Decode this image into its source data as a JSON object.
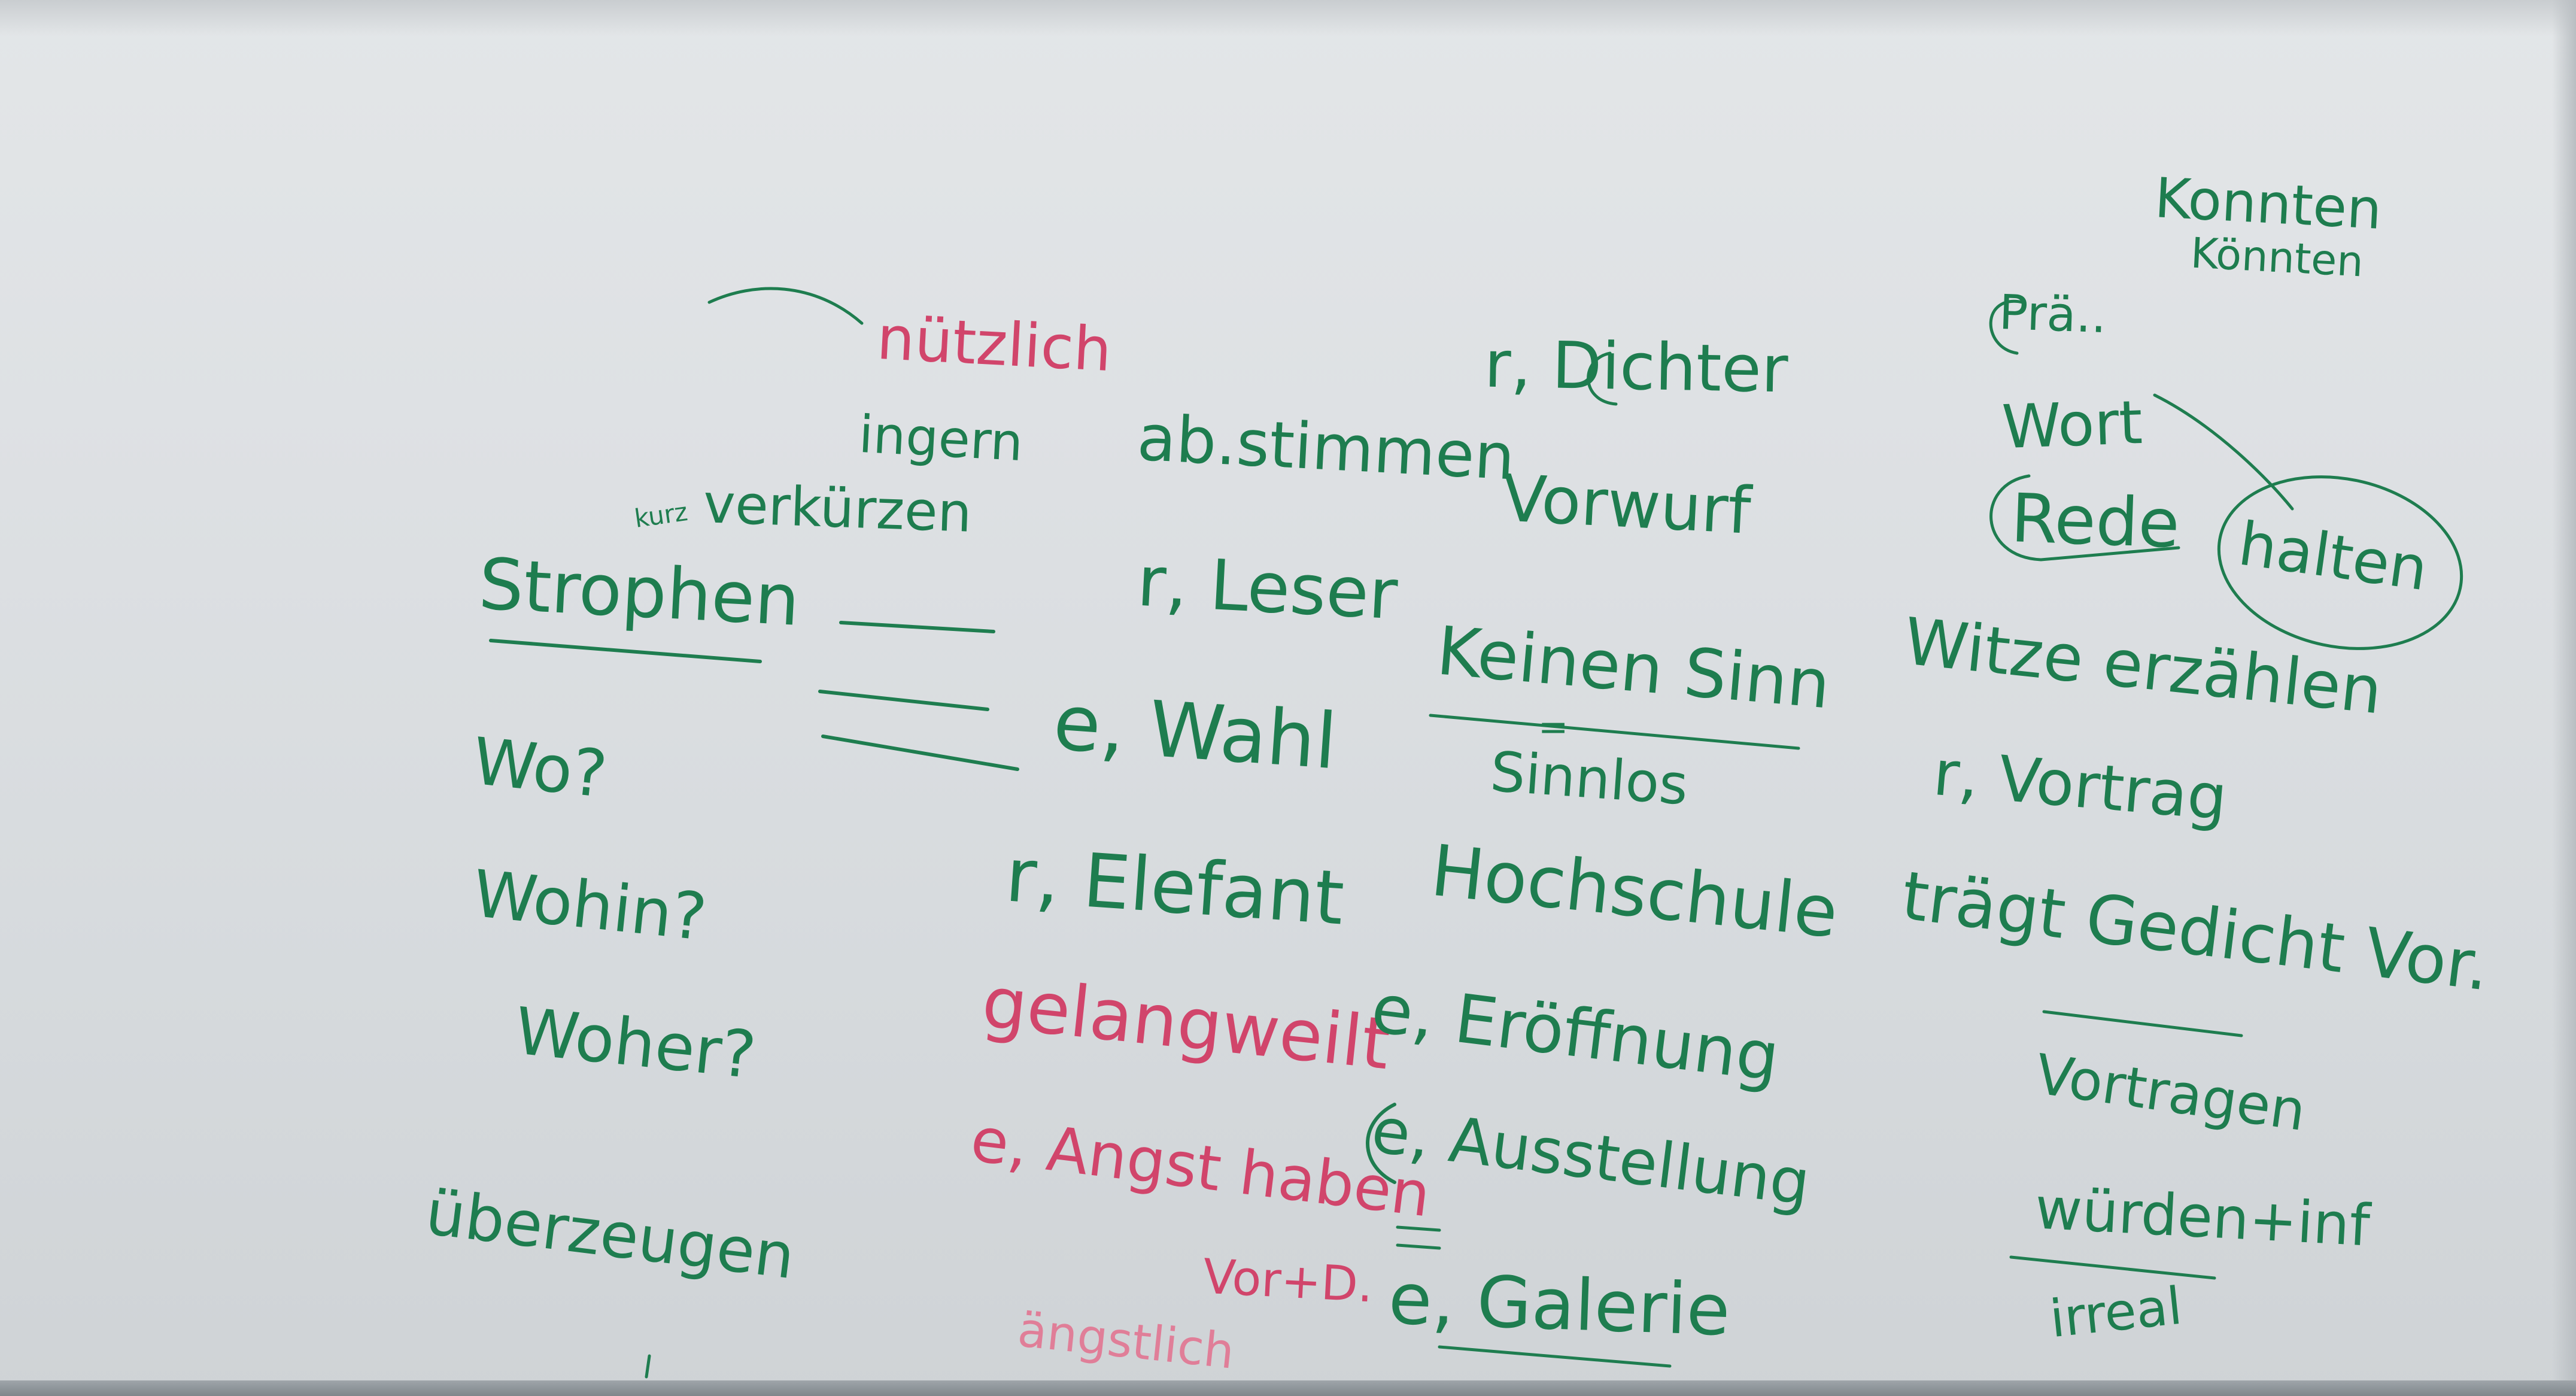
{
  "board": {
    "colors": {
      "green_marker": "#1e7d4f",
      "pink_marker": "#d1456b",
      "light_pink_marker": "#e07e98",
      "board": "#dde0e3"
    },
    "col1": {
      "strophen": "Strophen",
      "wo": "Wo?",
      "wohin": "Wohin?",
      "woher": "Woher?",
      "ueberzeugen": "überzeugen"
    },
    "col2": {
      "nuetzlich": "nützlich",
      "ingern": "ingern",
      "kurz": "kurz",
      "verkuerzen": "verkürzen",
      "abstimmen": "ab.stimmen",
      "leser": "r, Leser",
      "wahl": "e, Wahl",
      "elefant": "r, Elefant",
      "gelangweilt": "gelangweilt",
      "angst": "e, Angst haben",
      "vor_d": "Vor+D.",
      "aengstlich": "ängstlich"
    },
    "col3": {
      "dichter": "r, Dichter",
      "vorwurf": "Vorwurf",
      "keinen_sinn": "Keinen Sinn",
      "eq": "=",
      "sinnlos": "Sinnlos",
      "hochschule": "Hochschule",
      "eroeffnung": "e, Eröffnung",
      "ausstellung": "e, Ausstellung",
      "galerie": "e, Galerie"
    },
    "col4": {
      "konnten": "Konnten",
      "koennten": "Könnten",
      "prae": "Prä..",
      "wort": "Wort",
      "rede": "Rede",
      "halten": "halten",
      "witze": "Witze erzählen",
      "vortrag": "r, Vortrag",
      "traegt": "trägt Gedicht Vor.",
      "vortragen": "Vortragen",
      "wuerden": "würden+inf",
      "irreal": "irreal"
    }
  }
}
